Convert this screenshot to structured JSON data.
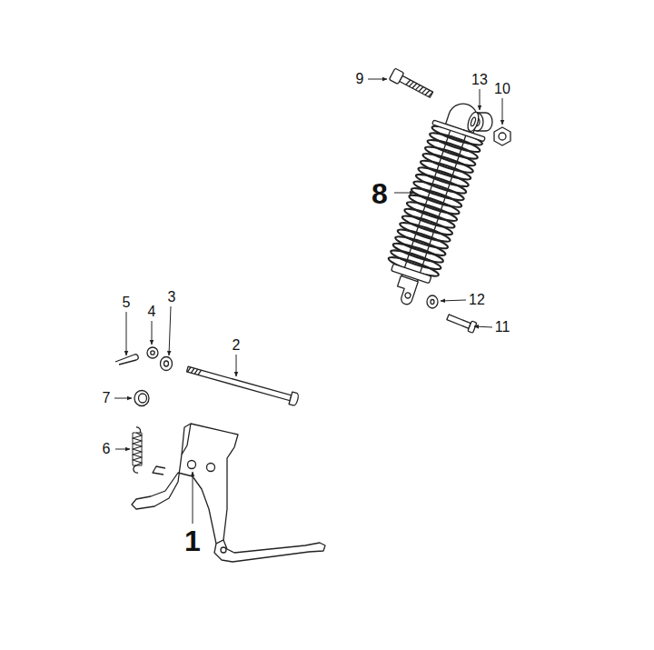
{
  "diagram": {
    "labels": [
      "9",
      "13",
      "10",
      "8",
      "5",
      "4",
      "3",
      "12",
      "11",
      "2",
      "7",
      "6",
      "1"
    ]
  }
}
